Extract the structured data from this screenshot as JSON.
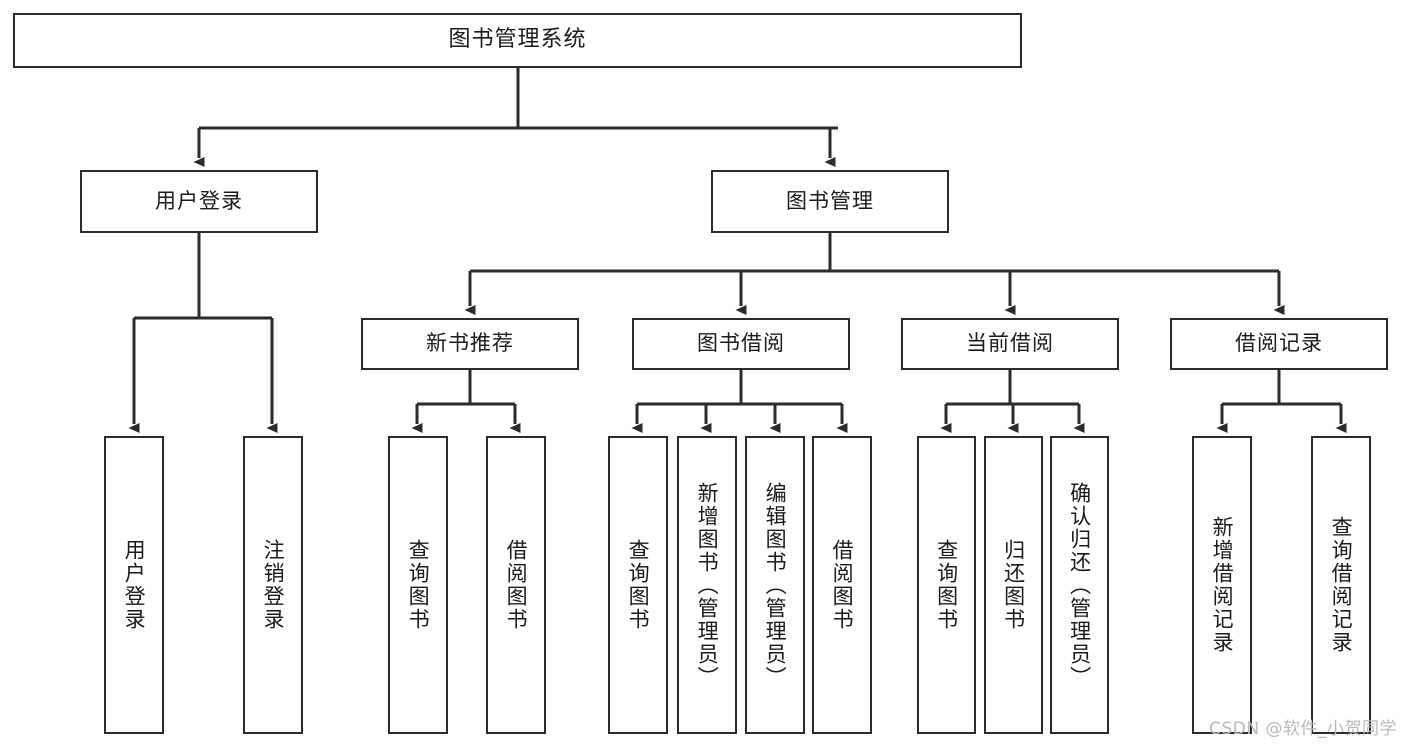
{
  "diagram": {
    "type": "tree-hierarchy",
    "title": "图书管理系统",
    "orientation": "top-down",
    "edge_color": "#2b2b2b",
    "node_fill": "#ffffff",
    "node_border": "#2b2b2b",
    "text_color": "#1a1a1a"
  },
  "nodes": {
    "root": {
      "label": "图书管理系统"
    },
    "level2": [
      {
        "label": "用户登录"
      },
      {
        "label": "图书管理"
      }
    ],
    "level3": [
      {
        "label": "新书推荐"
      },
      {
        "label": "图书借阅"
      },
      {
        "label": "当前借阅"
      },
      {
        "label": "借阅记录"
      }
    ],
    "leaves": {
      "user_login": [
        {
          "label": "用户登录"
        },
        {
          "label": "注销登录"
        }
      ],
      "new_book_recommend": [
        {
          "label": "查询图书"
        },
        {
          "label": "借阅图书"
        }
      ],
      "book_borrow": [
        {
          "label": "查询图书"
        },
        {
          "label": "新增图书（管理员）"
        },
        {
          "label": "编辑图书（管理员）"
        },
        {
          "label": "借阅图书"
        }
      ],
      "current_borrow": [
        {
          "label": "查询图书"
        },
        {
          "label": "归还图书"
        },
        {
          "label": "确认归还（管理员）"
        }
      ],
      "borrow_record": [
        {
          "label": "新增借阅记录"
        },
        {
          "label": "查询借阅记录"
        }
      ]
    }
  },
  "watermark": {
    "text": "CSDN @软件_小贺同学"
  }
}
